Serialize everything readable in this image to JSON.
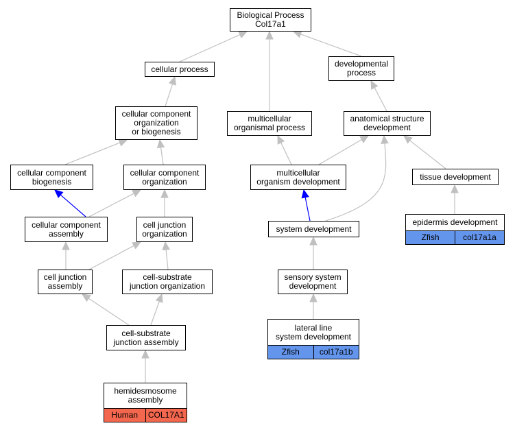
{
  "colors": {
    "edge_gray": "#c0c0c0",
    "edge_blue": "#0000ff",
    "human_tag": "#f4674f",
    "zfish_tag": "#6495ed"
  },
  "nodes": {
    "bp_root": {
      "lines": [
        "Biological Process",
        "Col17a1"
      ]
    },
    "cellular_process": {
      "lines": [
        "cellular process"
      ]
    },
    "developmental_process": {
      "lines": [
        "developmental",
        "process"
      ]
    },
    "cc_org_biogenesis": {
      "lines": [
        "cellular component",
        "organization",
        "or biogenesis"
      ]
    },
    "multicellular_process": {
      "lines": [
        "multicellular",
        "organismal process"
      ]
    },
    "anatomical_dev": {
      "lines": [
        "anatomical structure",
        "development"
      ]
    },
    "cc_biogenesis": {
      "lines": [
        "cellular component",
        "biogenesis"
      ]
    },
    "cc_organization": {
      "lines": [
        "cellular component",
        "organization"
      ]
    },
    "multicellular_dev": {
      "lines": [
        "multicellular",
        "organism development"
      ]
    },
    "tissue_dev": {
      "lines": [
        "tissue development"
      ]
    },
    "cc_assembly": {
      "lines": [
        "cellular component",
        "assembly"
      ]
    },
    "cell_junction_org": {
      "lines": [
        "cell junction",
        "organization"
      ]
    },
    "system_dev": {
      "lines": [
        "system development"
      ]
    },
    "epidermis_dev": {
      "lines": [
        "epidermis development"
      ],
      "tags": [
        {
          "label": "Zfish",
          "kind": "zfish"
        },
        {
          "label": "col17a1a",
          "kind": "zfish"
        }
      ]
    },
    "cell_junction_assembly": {
      "lines": [
        "cell junction",
        "assembly"
      ]
    },
    "cell_substrate_junction_org": {
      "lines": [
        "cell-substrate",
        "junction organization"
      ]
    },
    "sensory_system_dev": {
      "lines": [
        "sensory system",
        "development"
      ]
    },
    "cell_substrate_junction_assembly": {
      "lines": [
        "cell-substrate",
        "junction assembly"
      ]
    },
    "lateral_line_dev": {
      "lines": [
        "lateral line",
        "system development"
      ],
      "tags": [
        {
          "label": "Zfish",
          "kind": "zfish"
        },
        {
          "label": "col17a1b",
          "kind": "zfish"
        }
      ]
    },
    "hemidesmosome_assembly": {
      "lines": [
        "hemidesmosome",
        "assembly"
      ],
      "tags": [
        {
          "label": "Human",
          "kind": "human"
        },
        {
          "label": "COL17A1",
          "kind": "human"
        }
      ]
    }
  },
  "edges": [
    {
      "from": "cellular_process",
      "to": "bp_root",
      "color": "gray"
    },
    {
      "from": "developmental_process",
      "to": "bp_root",
      "color": "gray"
    },
    {
      "from": "multicellular_process",
      "to": "bp_root",
      "color": "gray"
    },
    {
      "from": "cc_org_biogenesis",
      "to": "cellular_process",
      "color": "gray"
    },
    {
      "from": "anatomical_dev",
      "to": "developmental_process",
      "color": "gray"
    },
    {
      "from": "cc_biogenesis",
      "to": "cc_org_biogenesis",
      "color": "gray"
    },
    {
      "from": "cc_organization",
      "to": "cc_org_biogenesis",
      "color": "gray"
    },
    {
      "from": "multicellular_dev",
      "to": "multicellular_process",
      "color": "gray"
    },
    {
      "from": "multicellular_dev",
      "to": "anatomical_dev",
      "color": "gray"
    },
    {
      "from": "system_dev",
      "to": "anatomical_dev",
      "color": "gray"
    },
    {
      "from": "tissue_dev",
      "to": "anatomical_dev",
      "color": "gray"
    },
    {
      "from": "cc_assembly",
      "to": "cc_biogenesis",
      "color": "blue"
    },
    {
      "from": "cc_assembly",
      "to": "cc_organization",
      "color": "gray"
    },
    {
      "from": "cell_junction_org",
      "to": "cc_organization",
      "color": "gray"
    },
    {
      "from": "system_dev",
      "to": "multicellular_dev",
      "color": "blue"
    },
    {
      "from": "epidermis_dev",
      "to": "tissue_dev",
      "color": "gray"
    },
    {
      "from": "cell_junction_assembly",
      "to": "cc_assembly",
      "color": "gray"
    },
    {
      "from": "cell_junction_assembly",
      "to": "cell_junction_org",
      "color": "gray"
    },
    {
      "from": "cell_substrate_junction_org",
      "to": "cell_junction_org",
      "color": "gray"
    },
    {
      "from": "sensory_system_dev",
      "to": "system_dev",
      "color": "gray"
    },
    {
      "from": "cell_substrate_junction_assembly",
      "to": "cell_junction_assembly",
      "color": "gray"
    },
    {
      "from": "cell_substrate_junction_assembly",
      "to": "cell_substrate_junction_org",
      "color": "gray"
    },
    {
      "from": "lateral_line_dev",
      "to": "sensory_system_dev",
      "color": "gray"
    },
    {
      "from": "hemidesmosome_assembly",
      "to": "cell_substrate_junction_assembly",
      "color": "gray"
    }
  ]
}
